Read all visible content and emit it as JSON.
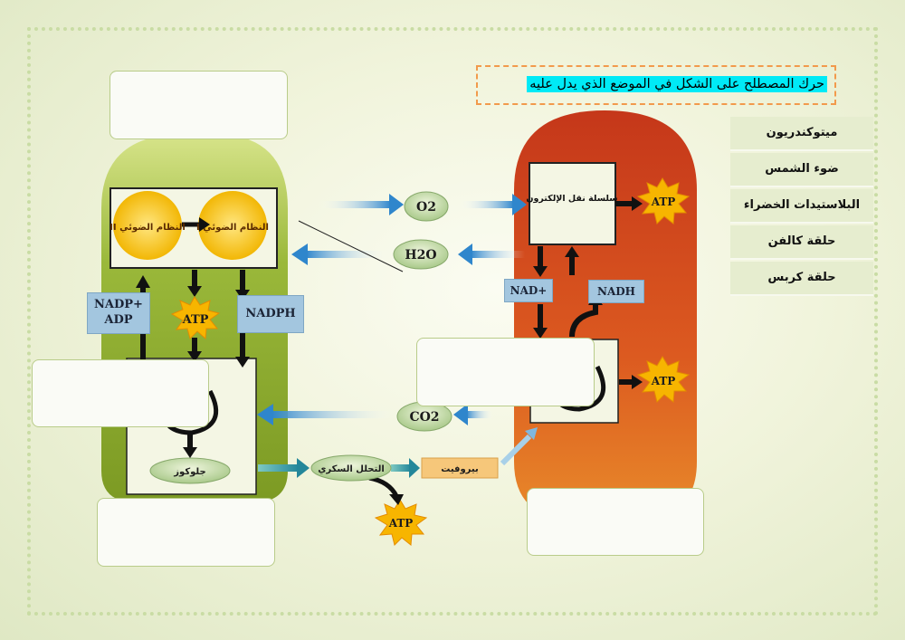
{
  "instruction": "حرك المصطلح على الشكل في الموضع الذي يدل عليه",
  "terms": [
    "ميتوكندريون",
    "ضوء الشمس",
    "البلاستيدات الخضراء",
    "حلقة كالفن",
    "حلقة كربس"
  ],
  "chloroplast": {
    "photosystem_2": "النظام الضوئي II",
    "photosystem_1": "النظام الضوئي I",
    "nadp_adp": "NADP+\nADP",
    "atp": "ATP",
    "nadph": "NADPH",
    "glucose": "جلوكوز"
  },
  "exchange": {
    "o2": "O2",
    "h2o": "H2O",
    "co2": "CO2",
    "glycolysis": "التحلل السكري",
    "pyruvate": "بيروفيت",
    "atp": "ATP"
  },
  "mitochondrion": {
    "etc": "سلسلة نقل الإلكترون",
    "atp_etc": "ATP",
    "nad": "NAD+",
    "nadh": "NADH",
    "atp_cycle": "ATP"
  },
  "colors": {
    "chloroplast_green": "#8fae2c",
    "mitochondrion_orange": "#d24a1c",
    "sun_yellow": "#f5c518",
    "arrow_blue": "#3b8fd0",
    "arrow_teal": "#2f9aa8",
    "highlight_cyan": "#00eaf6"
  }
}
